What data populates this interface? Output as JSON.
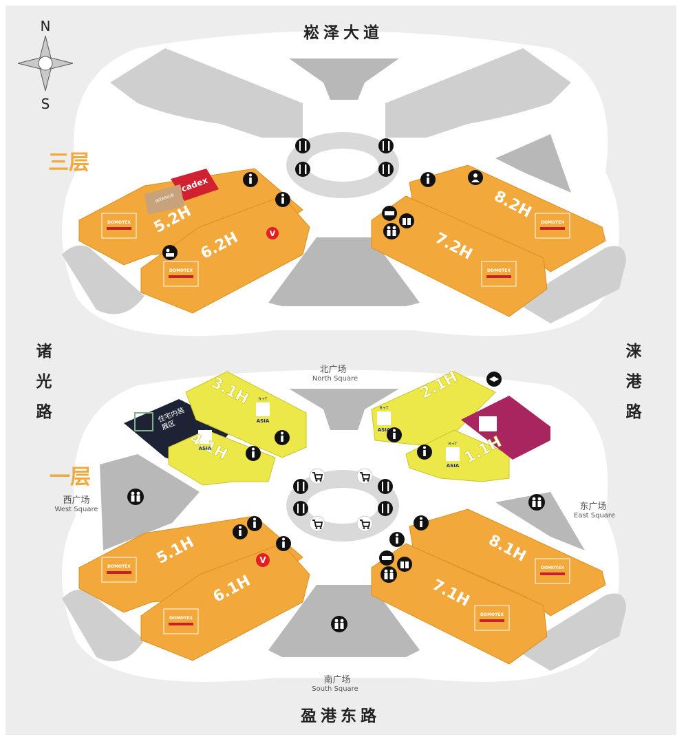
{
  "compass": {
    "north": "N",
    "south": "S"
  },
  "roads": {
    "north": "崧泽大道",
    "south": "盈港东路",
    "west": [
      "诸",
      "光",
      "路"
    ],
    "east": [
      "涞",
      "港",
      "路"
    ]
  },
  "floors": {
    "upper": "三层",
    "lower": "一层"
  },
  "squares": {
    "north": {
      "cn": "北广场",
      "en": "North Square"
    },
    "south": {
      "cn": "南广场",
      "en": "South Square"
    },
    "west": {
      "cn": "西广场",
      "en": "West Square"
    },
    "east": {
      "cn": "东广场",
      "en": "East Square"
    }
  },
  "halls": {
    "h52": "5.2H",
    "h62": "6.2H",
    "h82": "8.2H",
    "h72": "7.2H",
    "h31": "3.1H",
    "h41": "4.1H",
    "h21": "2.1H",
    "h11": "1.1H",
    "h51": "5.1H",
    "h61": "6.1H",
    "h81": "8.1H",
    "h71": "7.1H"
  },
  "logos": {
    "cadex": "cadex",
    "interior": "INTERIOR",
    "domotex": "DOMOTEX",
    "asia": "ASIA",
    "rt": "R+T",
    "zone_cn": [
      "住宅内装",
      "展区"
    ]
  },
  "icons": {
    "info": "info-icon",
    "vip": "V",
    "restaurant": "restaurant-icon",
    "shop": "cart-icon",
    "restroom": "restroom-icon",
    "gift": "gift-icon",
    "meeting": "meeting-icon",
    "person": "person-icon"
  },
  "colors": {
    "orange": "#f2a83a",
    "yellow": "#ece84a",
    "navy": "#1d2335",
    "magenta": "#a8255f",
    "gray": "#c9c9c9",
    "darkgray": "#9a9a9a",
    "road": "#ededed"
  }
}
